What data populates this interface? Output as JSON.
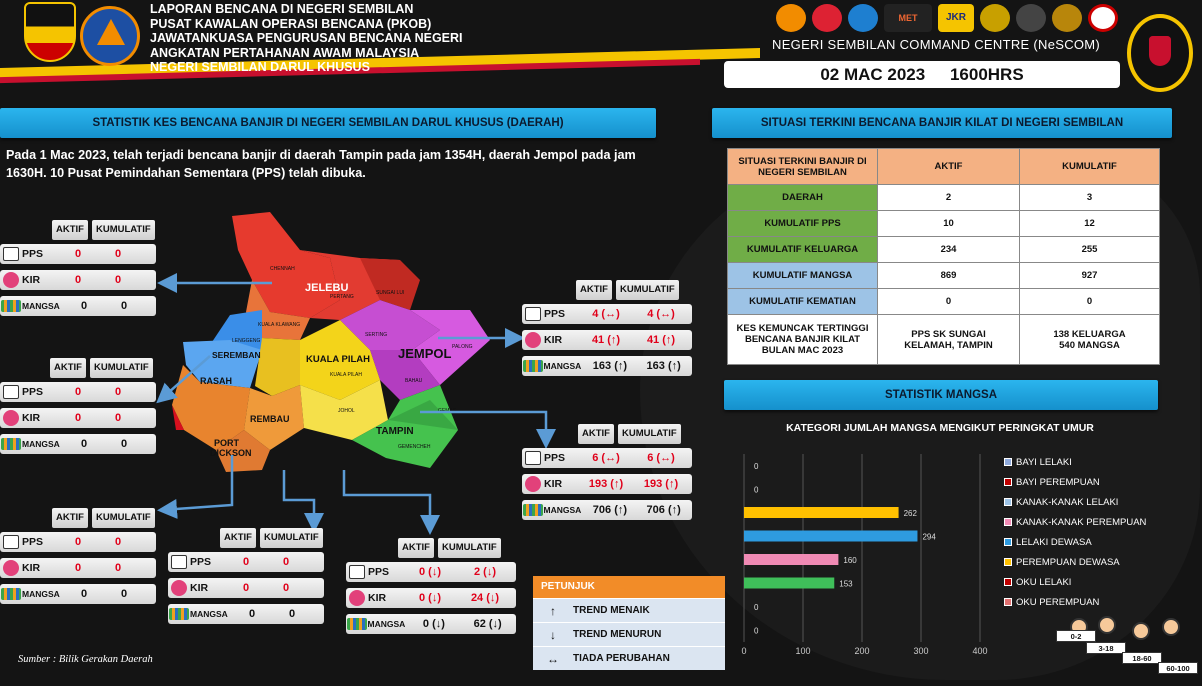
{
  "header": {
    "lines": [
      "LAPORAN BENCANA DI NEGERI SEMBILAN",
      "PUSAT KAWALAN OPERASI BENCANA (PKOB)",
      "JAWATANKUASA PENGURUSAN BENCANA NEGERI",
      "ANGKATAN PERTAHANAN AWAM MALAYSIA",
      "NEGERI SEMBILAN DARUL KHUSUS"
    ],
    "command_centre": "NEGERI SEMBILAN COMMAND CENTRE (NeSCOM)",
    "date": "02 MAC 2023",
    "time": "1600HRS",
    "jkr_logo_text": "JKR",
    "met_logo_text": "MET"
  },
  "left_section": {
    "title": "STATISTIK KES BENCANA BANJIR DI NEGERI SEMBILAN DARUL KHUSUS (DAERAH)",
    "intro": "Pada 1 Mac 2023, telah terjadi bencana banjir di daerah Tampin pada jam 1354H, daerah Jempol pada jam 1630H. 10 Pusat Pemindahan Sementara (PPS) telah dibuka."
  },
  "map_labels": {
    "jelebu": "JELEBU",
    "jempol": "JEMPOL",
    "seremban": "SEREMBAN",
    "rasah": "RASAH",
    "kuala_pilah": "KUALA PILAH",
    "rembau": "REMBAU",
    "tampin": "TAMPIN",
    "port": "PORT",
    "dickson": "DICKSON",
    "small": [
      "CHENNAH",
      "PERTANG",
      "SUNGAI LUI",
      "KUALA KLAWANG",
      "LENGGENG",
      "SERTING",
      "PALONG",
      "JOHOL",
      "GEMAS",
      "GEMENCHEH",
      "KUALA PILAH",
      "BAHAU"
    ]
  },
  "box_tabs": {
    "aktif": "AKTIF",
    "kumulatif": "KUMULATIF"
  },
  "row_labels": {
    "pps": "PPS",
    "kir": "KIR",
    "mangsa": "MANGSA"
  },
  "districts": [
    {
      "pps": [
        "0",
        "0"
      ],
      "kir": [
        "0",
        "0"
      ],
      "mangsa": [
        "0",
        "0"
      ]
    },
    {
      "pps": [
        "0",
        "0"
      ],
      "kir": [
        "0",
        "0"
      ],
      "mangsa": [
        "0",
        "0"
      ]
    },
    {
      "pps": [
        "0",
        "0"
      ],
      "kir": [
        "0",
        "0"
      ],
      "mangsa": [
        "0",
        "0"
      ]
    },
    {
      "pps": [
        "0",
        "0"
      ],
      "kir": [
        "0",
        "0"
      ],
      "mangsa": [
        "0",
        "0"
      ]
    },
    {
      "pps": [
        "0 (↓)",
        "2 (↓)"
      ],
      "kir": [
        "0 (↓)",
        "24 (↓)"
      ],
      "mangsa": [
        "0 (↓)",
        "62 (↓)"
      ]
    },
    {
      "pps": [
        "4 (↔)",
        "4 (↔)"
      ],
      "kir": [
        "41 (↑)",
        "41 (↑)"
      ],
      "mangsa": [
        "163 (↑)",
        "163 (↑)"
      ]
    },
    {
      "pps": [
        "6 (↔)",
        "6 (↔)"
      ],
      "kir": [
        "193 (↑)",
        "193 (↑)"
      ],
      "mangsa": [
        "706 (↑)",
        "706 (↑)"
      ]
    }
  ],
  "right_section": {
    "title": "SITUASI TERKINI BENCANA BANJIR KILAT DI NEGERI SEMBILAN",
    "table": {
      "head": [
        "SITUASI TERKINI BANJIR DI NEGERI SEMBILAN",
        "AKTIF",
        "KUMULATIF"
      ],
      "rows": [
        [
          "DAERAH",
          "2",
          "3"
        ],
        [
          "KUMULATIF PPS",
          "10",
          "12"
        ],
        [
          "KUMULATIF KELUARGA",
          "234",
          "255"
        ],
        [
          "KUMULATIF MANGSA",
          "869",
          "927"
        ],
        [
          "KUMULATIF KEMATIAN",
          "0",
          "0"
        ],
        [
          "KES KEMUNCAK TERTINGGI BENCANA BANJIR KILAT BULAN MAC 2023",
          "PPS SK SUNGAI KELAMAH, TAMPIN",
          "138 KELUARGA 540 MANGSA"
        ]
      ]
    },
    "stat_title": "STATISTIK MANGSA"
  },
  "chart_data": {
    "type": "bar",
    "orientation": "horizontal",
    "title": "KATEGORI JUMLAH MANGSA MENGIKUT PERINGKAT UMUR",
    "categories": [
      "BAYI LELAKI",
      "BAYI PEREMPUAN",
      "KANAK-KANAK LELAKI",
      "KANAK-KANAK PEREMPUAN",
      "LELAKI DEWASA",
      "PEREMPUAN DEWASA",
      "OKU LELAKI",
      "OKU PEREMPUAN"
    ],
    "values": [
      0,
      0,
      262,
      294,
      160,
      153,
      0,
      0
    ],
    "data_labels": [
      "0",
      "0",
      "262",
      "294",
      "160",
      "153",
      "0",
      "0"
    ],
    "colors": [
      "#8faadc",
      "#c00000",
      "#ffc000",
      "#2e9be0",
      "#f08ab4",
      "#3fbf5a",
      "#888888",
      "#e07070"
    ],
    "legend_colors": [
      "#8faadc",
      "#c00000",
      "#9dc3e6",
      "#f08ab4",
      "#2e9be0",
      "#ffc000",
      "#c00000",
      "#e07070"
    ],
    "xlim": [
      0,
      400
    ],
    "xticks": [
      "0",
      "100",
      "200",
      "300",
      "400"
    ],
    "grid": true,
    "legend": "right"
  },
  "age_steps": [
    "0-2",
    "3-18",
    "18-60",
    "60-100"
  ],
  "petunjuk": {
    "title": "PETUNJUK",
    "rows": [
      {
        "sym": "↑",
        "label": "TREND MENAIK"
      },
      {
        "sym": "↓",
        "label": "TREND MENURUN"
      },
      {
        "sym": "↔",
        "label": "TIADA PERUBAHAN"
      }
    ]
  },
  "source": "Sumber : Bilik Gerakan Daerah"
}
